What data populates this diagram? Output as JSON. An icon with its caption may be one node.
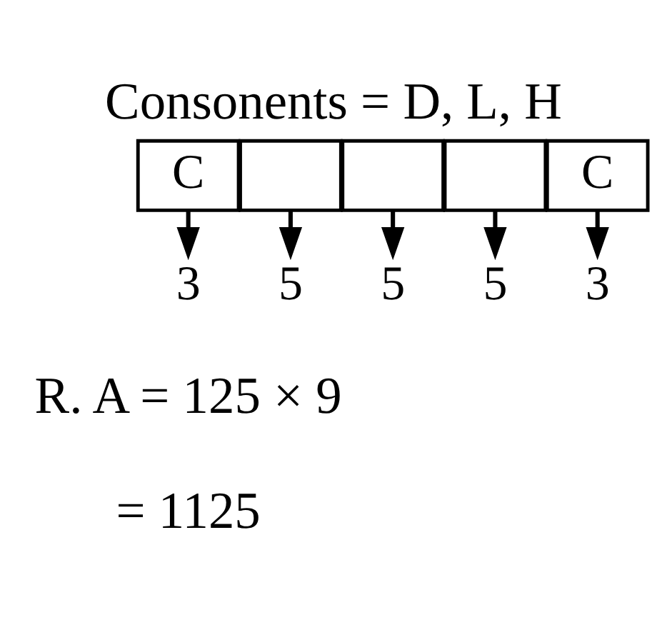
{
  "diagram": {
    "title": "Consonents = D, L, H",
    "nodes": [
      {
        "text": [
          "C"
        ]
      },
      {
        "text": [],
        "shape": "box"
      },
      {
        "text": [],
        "shape": "box"
      },
      {
        "text": [],
        "shape": "box"
      },
      {
        "text": [
          "C"
        ]
      },
      {
        "text": [
          "3"
        ]
      },
      {
        "text": [
          "5"
        ]
      },
      {
        "text": [
          "5"
        ]
      },
      {
        "text": [
          "5"
        ]
      },
      {
        "text": [
          "3"
        ]
      }
    ],
    "edges": [
      {
        "from": 0,
        "to": 5,
        "arrow": "to"
      },
      {
        "from": 1,
        "to": 6,
        "arrow": "to"
      },
      {
        "from": 2,
        "to": 7,
        "arrow": "to"
      },
      {
        "from": 3,
        "to": 8,
        "arrow": "to"
      },
      {
        "from": 4,
        "to": 9,
        "arrow": "to"
      }
    ],
    "labels": [
      "R. A = 125 × 9",
      "= 1125"
    ]
  }
}
